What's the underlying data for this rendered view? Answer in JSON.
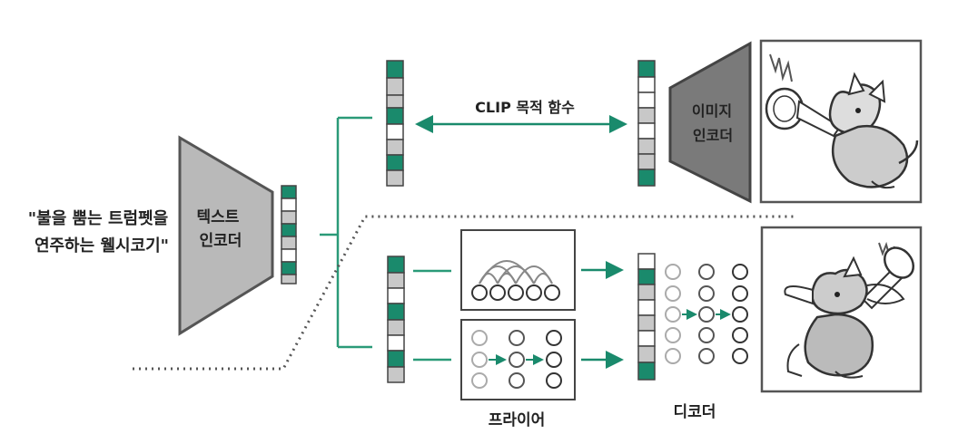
{
  "prompt": {
    "line1": "\"불을 뿜는 트럼펫을",
    "line2": "연주하는 웰시코기\""
  },
  "text_encoder": {
    "line1": "텍스트",
    "line2": "인코더"
  },
  "image_encoder": {
    "line1": "이미지",
    "line2": "인코더"
  },
  "clip_objective": "CLIP 목적 함수",
  "prior_label": "프라이어",
  "decoder_label": "디코더",
  "colors": {
    "teal": "#1a8a6c",
    "grey_cell": "#c8c8c8",
    "dark_trapezoid": "#7a7a7a",
    "light_trapezoid": "#b9b9b9",
    "line": "#2a9a78",
    "dotted": "#555555"
  },
  "icons": [
    "welsh-corgi-trumpet-illustration",
    "corgi-trombone-illustration",
    "arc-attention-icon",
    "node-grid-icon"
  ]
}
